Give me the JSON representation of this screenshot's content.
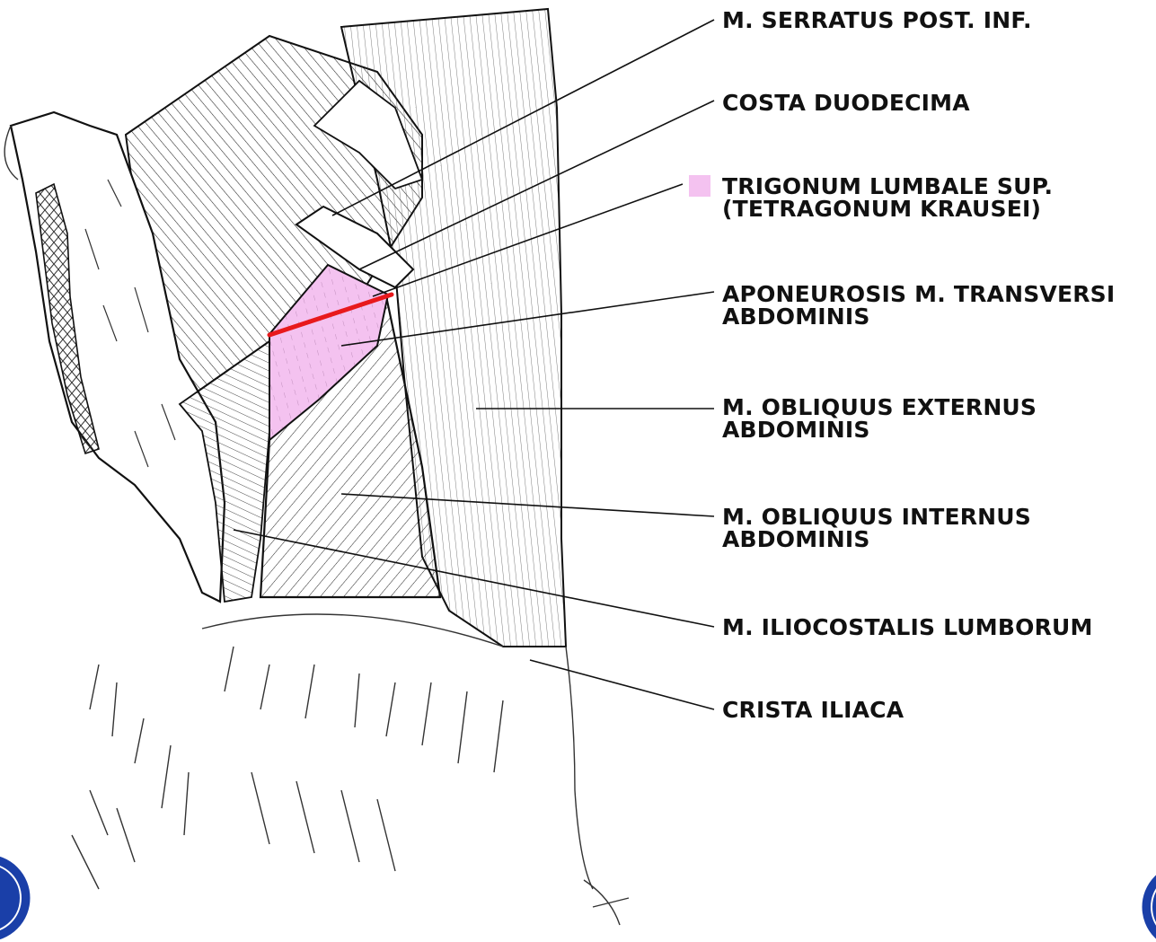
{
  "labels": {
    "serratus": "M. SERRATUS POST. INF.",
    "costa": "COSTA DUODECIMA",
    "trigonum_line1": "TRIGONUM LUMBALE SUP.",
    "trigonum_line2": "(TETRAGONUM KRAUSEI)",
    "aponeurosis_line1": "APONEUROSIS M. TRANSVERSI",
    "aponeurosis_line2": "ABDOMINIS",
    "externus_line1": "M. OBLIQUUS EXTERNUS",
    "externus_line2": "ABDOMINIS",
    "internus_line1": "M. OBLIQUUS INTERNUS",
    "internus_line2": "ABDOMINIS",
    "iliocostalis": "M. ILIOCOSTALIS LUMBORUM",
    "crista": "CRISTA ILIACA"
  },
  "colors": {
    "trigonum_fill": "#f4c2f0",
    "highlight_line": "#e8191c",
    "ink": "#111111",
    "logo_blue": "#1a3fa8"
  },
  "icons": {
    "legend": "pink-square-swatch",
    "logos": "university-seal"
  }
}
